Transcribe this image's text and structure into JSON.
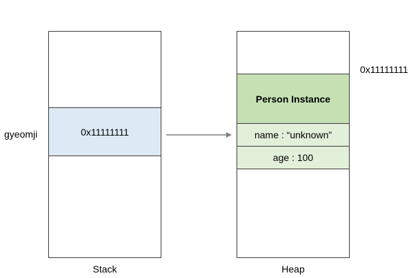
{
  "variable": {
    "name": "gyeomji",
    "value": "0x11111111"
  },
  "stack": {
    "label": "Stack"
  },
  "heap": {
    "label": "Heap",
    "address": "0x11111111",
    "object_title": "Person Instance",
    "fields": [
      "name : “unknown”",
      "age : 100"
    ]
  },
  "colors": {
    "stack_slot_fill": "#dde9f5",
    "object_header_fill": "#c6e0b4",
    "object_field_fill": "#e2efd9",
    "border": "#3c3c3c",
    "arrow": "#7f7f7f"
  }
}
